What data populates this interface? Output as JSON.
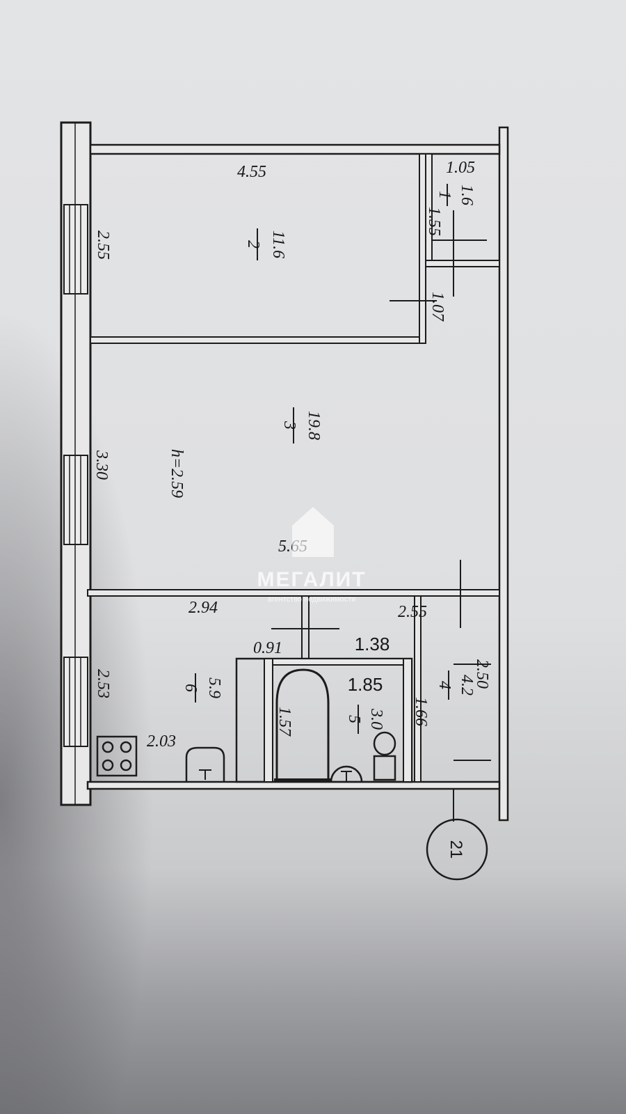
{
  "rooms": [
    {
      "id": "1",
      "number": "1",
      "area": "1.6"
    },
    {
      "id": "2",
      "number": "2",
      "area": "11.6"
    },
    {
      "id": "3",
      "number": "3",
      "area": "19.8"
    },
    {
      "id": "4",
      "number": "4",
      "area": "4.2"
    },
    {
      "id": "5",
      "number": "5",
      "area": "3.0"
    },
    {
      "id": "6",
      "number": "6",
      "area": "5.9"
    }
  ],
  "dimensions": {
    "room2_width": "4.55",
    "room2_depth": "2.55",
    "room1_width": "1.05",
    "room1_depth": "1.55",
    "corridor_upper": "1.07",
    "room3_width": "5.65",
    "room3_depth": "3.30",
    "ceiling_height": "h=2.59",
    "kitchen_width": "2.94",
    "kitchen_depth": "2.53",
    "kitchen_wall": "2.03",
    "hall_width": "2.55",
    "hall_depth": "2.50",
    "hall_inner": "1.66",
    "wc_width": "0.91",
    "bath_width": "1.38",
    "bath_depth": "1.85",
    "bathtub_length": "1.57"
  },
  "marker": {
    "label": "21"
  },
  "watermark": {
    "brand": "МЕГАЛИТ",
    "tagline": "агентство недвижимости"
  }
}
